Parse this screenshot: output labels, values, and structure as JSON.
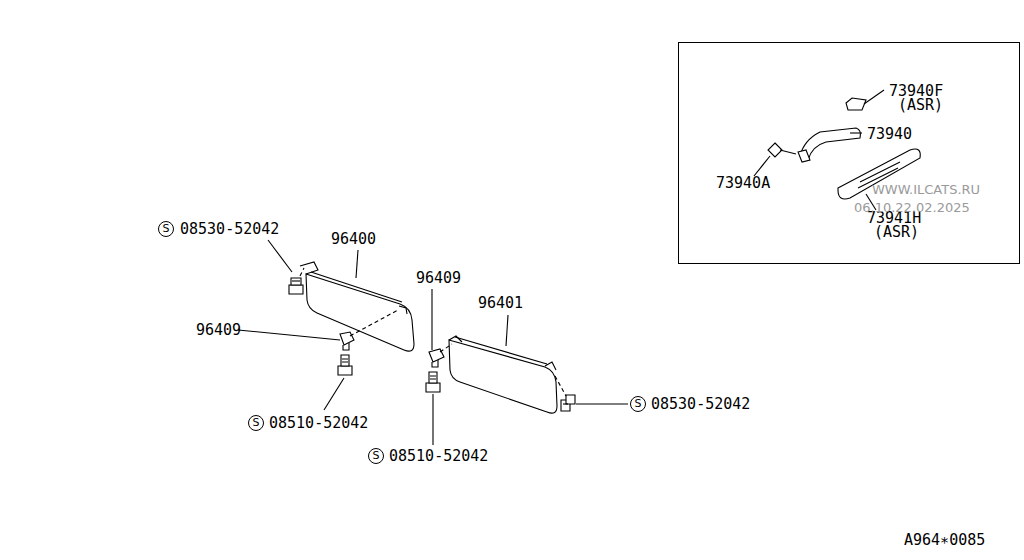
{
  "diagram": {
    "nodes": [
      {
        "text": [
          "73940F",
          "(ASR)",
          "73940",
          "73940A",
          "73941H",
          "(ASR)"
        ]
      }
    ],
    "labels": [
      "S",
      "08530-52042",
      "96400",
      "96409",
      "96409",
      "96401",
      "S",
      "08510-52042",
      "S",
      "08510-52042",
      "S",
      "08530-52042",
      "A964∗0085",
      "WWW.ILCATS.RU",
      "06.10.22.02.2025"
    ]
  }
}
